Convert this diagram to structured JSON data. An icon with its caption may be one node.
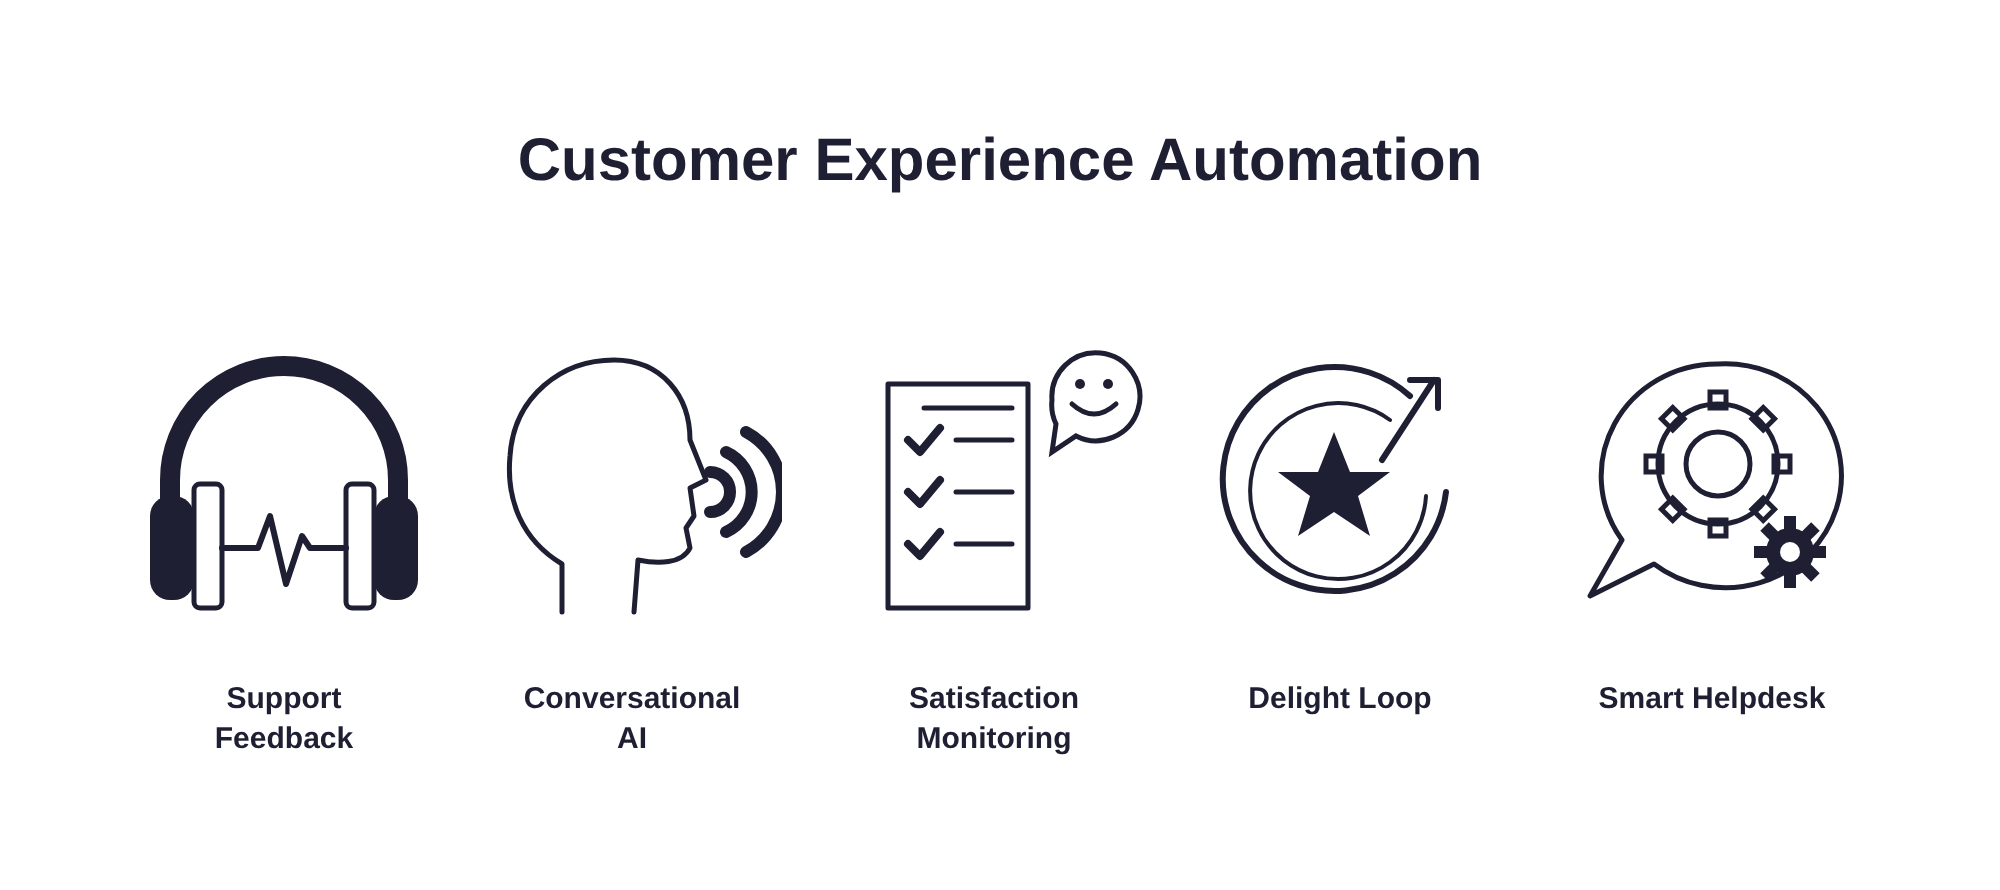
{
  "diagram": {
    "title": "Customer Experience Automation",
    "labels": [
      "Support Feedback",
      "Conversational AI",
      "Satisfaction Monitoring",
      "Delight Loop",
      "Smart Helpdesk"
    ]
  }
}
